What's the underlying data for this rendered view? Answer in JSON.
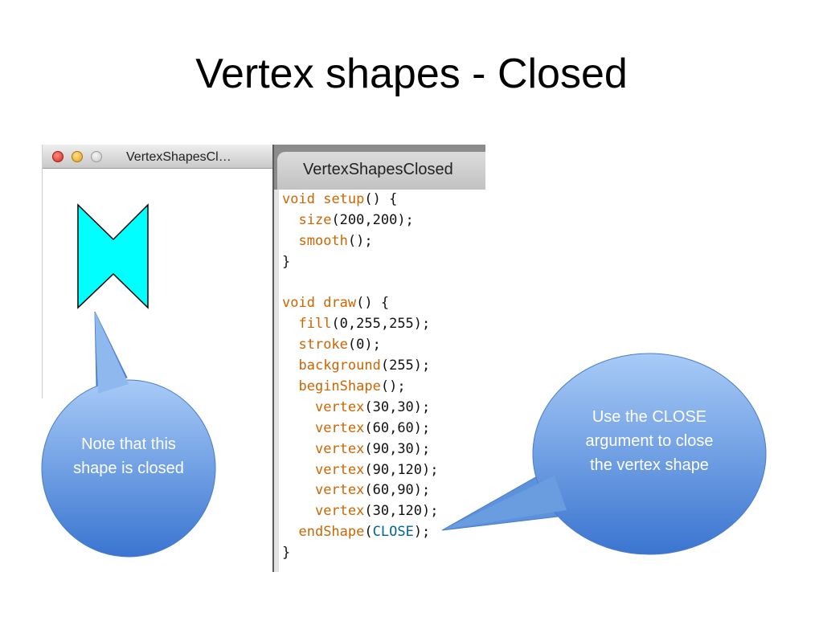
{
  "slide": {
    "title": "Vertex shapes - Closed"
  },
  "sketch_window": {
    "title": "VertexShapesCl…",
    "controls": [
      "close-button",
      "minimize-button",
      "zoom-button"
    ],
    "shape_fill": "#00ffff",
    "shape_stroke": "#000000"
  },
  "editor": {
    "tab_label": "VertexShapesClosed",
    "code_lines": [
      "void setup() {",
      "  size(200,200);",
      "  smooth();",
      "}",
      "",
      "void draw() {",
      "  fill(0,255,255);",
      "  stroke(0);",
      "  background(255);",
      "  beginShape();",
      "    vertex(30,30);",
      "    vertex(60,60);",
      "    vertex(90,30);",
      "    vertex(90,120);",
      "    vertex(60,90);",
      "    vertex(30,120);",
      "  endShape(CLOSE);",
      "}"
    ]
  },
  "callouts": {
    "left": "Note that this shape is closed",
    "right": "Use the CLOSE argument to close the vertex shape"
  },
  "colors": {
    "callout_top": "#9cc3f5",
    "callout_bottom": "#3a75d0",
    "keyword": "#cc6600",
    "constant": "#006699"
  }
}
